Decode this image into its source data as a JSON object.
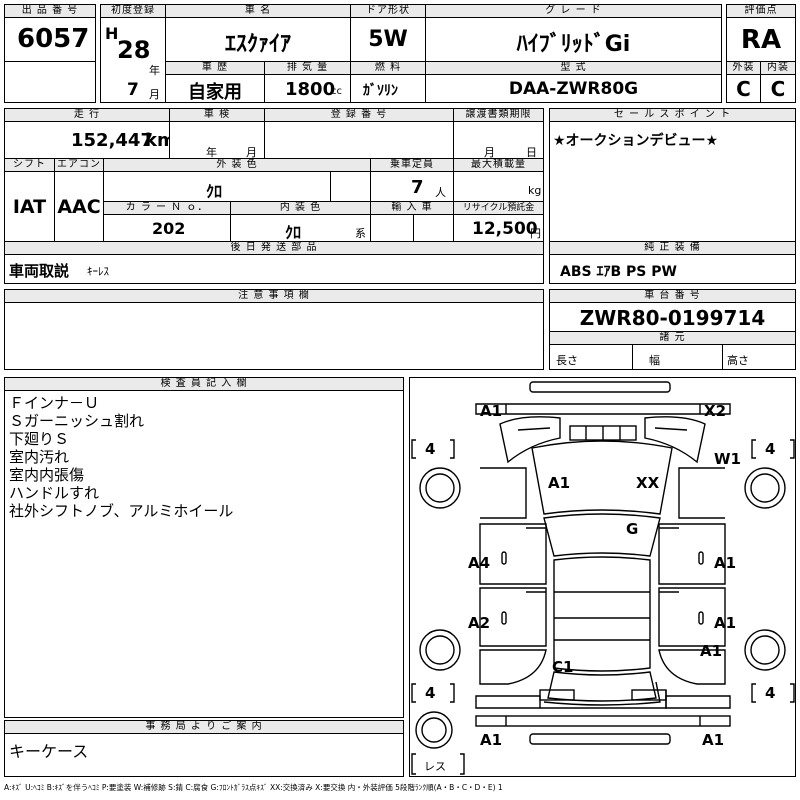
{
  "lot": {
    "label": "出 品 番 号",
    "value": "6057"
  },
  "first_reg": {
    "label": "初度登録",
    "era": "H",
    "year": "28",
    "year_unit": "年",
    "month": "7",
    "month_unit": "月"
  },
  "car_name": {
    "label": "車 名",
    "value": "ｴｽｸｧｲｱ"
  },
  "door": {
    "label": "ドア形状",
    "value": "5W"
  },
  "grade": {
    "label": "グ レ ー ド",
    "value": "ﾊｲﾌﾞﾘｯﾄﾞGi"
  },
  "score": {
    "label": "評価点",
    "value": "RA"
  },
  "history": {
    "label": "車 歴",
    "value": "自家用"
  },
  "displacement": {
    "label": "排 気 量",
    "value": "1800",
    "unit": "cc"
  },
  "fuel": {
    "label": "燃 料",
    "value": "ｶﾞｿﾘﾝ"
  },
  "model": {
    "label": "型 式",
    "value": "DAA-ZWR80G"
  },
  "exterior": {
    "label": "外装",
    "value": "C"
  },
  "interior": {
    "label": "内装",
    "value": "C"
  },
  "mileage": {
    "label": "走 行",
    "value": "152,447",
    "unit": "km"
  },
  "inspection": {
    "label": "車 検",
    "year_unit": "年",
    "month_unit": "月"
  },
  "reg_no": {
    "label": "登 録 番 号"
  },
  "transfer": {
    "label": "譲渡書類期限",
    "month_unit": "月",
    "day_unit": "日"
  },
  "sales_point": {
    "label": "セ ー ル ス ポ イ ン ト",
    "value": "★オークションデビュー★"
  },
  "shift": {
    "label": "シフト",
    "value": "IAT"
  },
  "aircon": {
    "label": "エアコン",
    "value": "AAC"
  },
  "ext_color": {
    "label": "外 装 色",
    "value": "ｸﾛ"
  },
  "capacity": {
    "label": "乗車定員",
    "value": "7",
    "unit": "人"
  },
  "max_load": {
    "label": "最大積載量",
    "unit": "kg"
  },
  "color_no": {
    "label": "カ ラ ー Ｎ ｏ．",
    "value": "202"
  },
  "int_color": {
    "label": "内 装 色",
    "value": "ｸﾛ",
    "unit": "系"
  },
  "import": {
    "label": "輸 入 車"
  },
  "recycle": {
    "label": "リサイクル預託金",
    "value": "12,500",
    "unit": "円"
  },
  "later_parts": {
    "label": "後 日 発 送 部 品",
    "value_bold": "車両取説",
    "value": "ｷｰﾚｽ"
  },
  "genuine": {
    "label": "純 正 装 備",
    "value": "ABS ｴｱB PS PW"
  },
  "notes": {
    "label": "注 意 事 項 欄"
  },
  "chassis": {
    "label": "車 台 番 号",
    "value": "ZWR80-0199714"
  },
  "specs": {
    "label": "諸 元",
    "length": "長さ",
    "width": "幅",
    "height": "高さ"
  },
  "inspector": {
    "label": "検 査 員 記 入 欄",
    "lines": [
      "Ｆインナ－Ｕ",
      "Ｓガーニッシュ割れ",
      "下廻りＳ",
      "室内汚れ",
      "室内内張傷",
      "ハンドルすれ",
      "社外シフトノブ、アルミホイール"
    ]
  },
  "office": {
    "label": "事 務 局 よ り ご 案 内",
    "value": "キーケース"
  },
  "diagram": {
    "marks": {
      "front_left": "A1",
      "front_right": "X2",
      "wheel_fr": "W1",
      "hood_left": "A1",
      "hood_right": "XX",
      "windshield": "G",
      "left_front_door": "A4",
      "left_rear_door": "A2",
      "right_front_door": "A1",
      "right_rear_door": "A1",
      "right_quarter": "A1",
      "rear_window": "C1",
      "rear_left": "A1",
      "rear_right": "A1"
    },
    "tires": {
      "fl": "4",
      "fr": "4",
      "rl": "4",
      "rr": "4"
    },
    "spare": "レス"
  },
  "legend": "A:ｷｽﾞ U:ﾍｺﾐ B:ｷｽﾞを伴うﾍｺﾐ P:要塗装 W:補修跡 S:錆 C:腐食 G:ﾌﾛﾝﾄｶﾞﾗｽ点ｷｽﾞ XX:交換済み X:要交換 内・外装評価 5段階ﾗﾝｸ順(A・B・C・D・E) 1"
}
